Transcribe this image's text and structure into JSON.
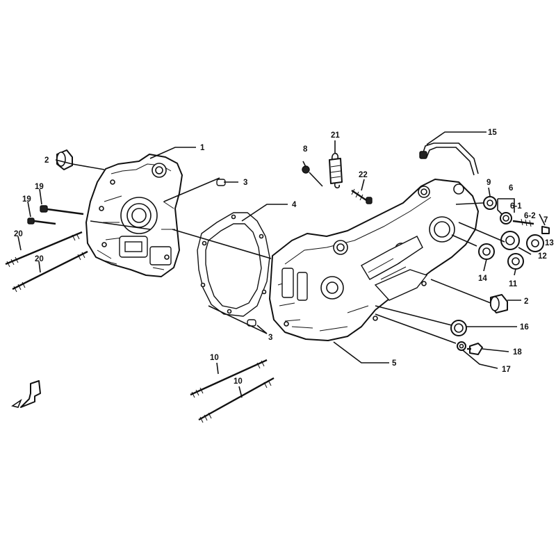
{
  "callouts": {
    "c1": "1",
    "c2a": "2",
    "c2b": "2",
    "c3a": "3",
    "c3b": "3",
    "c4": "4",
    "c5": "5",
    "c6": "6",
    "c6_1": "6-1",
    "c6_2": "6-2",
    "c7": "7",
    "c8": "8",
    "c9": "9",
    "c10a": "10",
    "c10b": "10",
    "c11": "11",
    "c12": "12",
    "c13": "13",
    "c14": "14",
    "c15": "15",
    "c16": "16",
    "c17": "17",
    "c18": "18",
    "c19a": "19",
    "c19b": "19",
    "c20a": "20",
    "c20b": "20",
    "c21": "21",
    "c22": "22"
  }
}
